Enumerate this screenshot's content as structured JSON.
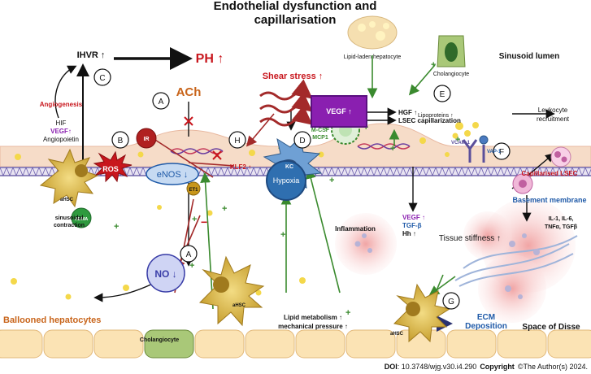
{
  "title": {
    "line1": "Endothelial dysfunction and",
    "line2": "capillarisation"
  },
  "top": {
    "ihvr": "IHVR ↑",
    "ph": "PH ↑",
    "ach": "ACh",
    "shear": "Shear stress ↑",
    "sinusoid_lumen": "Sinusoid lumen"
  },
  "markers": {
    "A1": "A",
    "A2": "A",
    "B": "B",
    "C": "C",
    "D": "D",
    "E": "E",
    "F": "F",
    "G": "G",
    "H": "H"
  },
  "left_factors": {
    "angiogenesis": "Angiogenesis",
    "hif": "HIF",
    "vegf": "VEGF↑",
    "angiopoietin": "Angiopoietin"
  },
  "cells": {
    "lipid_hepatocyte": "Lipid-laden hepatocyte",
    "cholangiocyte_top": "Cholangiocyte",
    "cholangiocyte_bottom": "Cholangiocyte",
    "kc": "KC",
    "ahsc": "aHSC"
  },
  "molecules": {
    "ir": "IR",
    "ros": "ROS",
    "enos": "eNOS ↓",
    "adma": "ADMA",
    "no": "NO ↓",
    "et1": "ET1",
    "klf2": "KLF2 ↑",
    "mcsf": "M-CSF",
    "mcp1": "MCP1",
    "hypoxia": "Hypoxia",
    "inflammation": "Inflammation"
  },
  "vegf_box": {
    "label": "VEGF ↑",
    "hgf": "HGF ↑",
    "lsec": "LSEC capillarization"
  },
  "right_side": {
    "lipoproteins": "Lipoproteins ↑",
    "leukocyte": [
      "Leukocyte",
      "recruitment"
    ],
    "vcam": "VCAM-1",
    "vap": "VAP-1",
    "cap_lsec": "Capillarised LSEC",
    "basement": "Basement membrane",
    "cytokines": [
      "IL-1, IL-6,",
      "TNFα, TGFβ"
    ],
    "tissue": "Tissue stiffness ↑",
    "disse": "Space of Disse"
  },
  "bottom_factors": {
    "vegf": "VEGF ↑",
    "tgf": "TGF-β",
    "hh": "Hh ↑"
  },
  "labels": {
    "sinusoidal": [
      "sinusoidal",
      "contraction"
    ],
    "lipid_metabolism": "Lipid metabolism ↑",
    "mechanical": "mechanical pressure ↑",
    "ecm": [
      "ECM",
      "Deposition"
    ],
    "ballooned": "Ballooned hepatocytes"
  },
  "footer": {
    "doi_label": "DOI",
    "doi": ": 10.3748/wjg.v30.i4.290",
    "copyright": "Copyright",
    "owner": "©The Author(s) 2024."
  },
  "colors": {
    "red": "#c8161d",
    "green": "#3a8a2e",
    "orange": "#c8641a",
    "purple": "#8a1fb0",
    "blue": "#1f5aa8",
    "cream": "#f6dcc8"
  }
}
